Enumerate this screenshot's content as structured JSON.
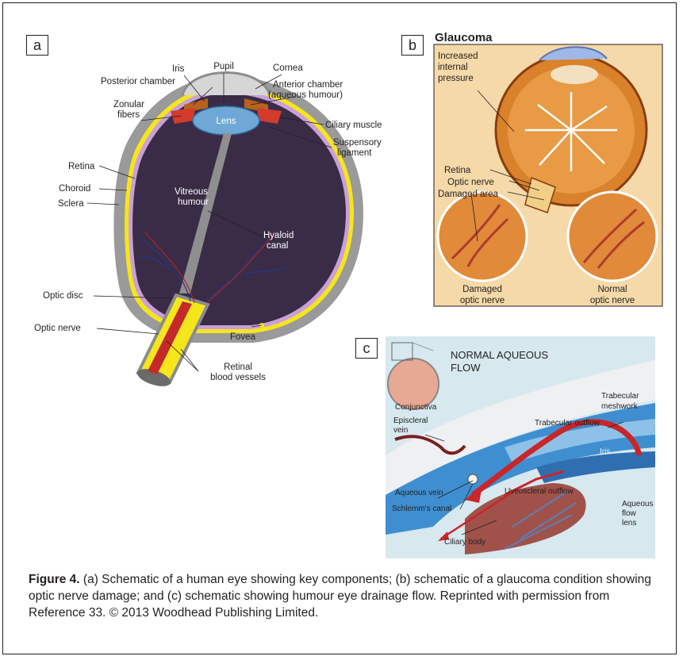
{
  "panel_a": {
    "tag": "a",
    "labels": {
      "pupil": "Pupil",
      "iris": "Iris",
      "cornea": "Cornea",
      "posterior_chamber": "Posterior chamber",
      "anterior_chamber_1": "Anterior chamber",
      "anterior_chamber_2": "(aqueous humour)",
      "zonular_1": "Zonular",
      "zonular_2": "fibers",
      "lens": "Lens",
      "ciliary_muscle": "Ciliary muscle",
      "suspensory_1": "Suspensory",
      "suspensory_2": "ligament",
      "retina": "Retina",
      "choroid": "Choroid",
      "sclera": "Sclera",
      "vitreous_1": "Vitreous",
      "vitreous_2": "humour",
      "hyaloid_1": "Hyaloid",
      "hyaloid_2": "canal",
      "optic_disc": "Optic disc",
      "optic_nerve": "Optic nerve",
      "fovea": "Fovea",
      "retinal_vessels_1": "Retinal",
      "retinal_vessels_2": "blood vessels"
    }
  },
  "panel_b": {
    "tag": "b",
    "title": "Glaucoma",
    "labels": {
      "pressure_1": "Increased",
      "pressure_2": "internal",
      "pressure_3": "pressure",
      "retina": "Retina",
      "optic_nerve": "Optic nerve",
      "damaged_area": "Damaged area",
      "damaged_nerve_1": "Damaged",
      "damaged_nerve_2": "optic nerve",
      "normal_nerve_1": "Normal",
      "normal_nerve_2": "optic nerve"
    }
  },
  "panel_c": {
    "tag": "c",
    "title_1": "NORMAL AQUEOUS",
    "title_2": "FLOW",
    "labels": {
      "trabecular_1": "Trabecular",
      "trabecular_2": "meshwork",
      "conjunctiva": "Conjunctiva",
      "episcleral_1": "Episcleral",
      "episcleral_2": "vein",
      "trabecular_outflow": "Trabecular outflow",
      "iris": "Iris",
      "aqueous_vein": "Aqueous vein",
      "uveoscleral_outflow": "Uveoscleral outflow",
      "schlemm": "Schlemm's canal",
      "aqueous_flow_1": "Aqueous",
      "aqueous_flow_2": "flow",
      "aqueous_flow_3": "lens",
      "ciliary_body": "Ciliary body"
    }
  },
  "caption": {
    "label": "Figure 4.",
    "text": "(a) Schematic of a human eye showing key components; (b) schematic of a glaucoma condition showing optic nerve damage; and (c) schematic showing humour eye drainage flow. Reprinted with permission from Reference 33. © 2013 Woodhead Publishing Limited."
  },
  "colors": {
    "vitreous": "#3a2c47",
    "sclera": "#8c8c8c",
    "retina_yellow": "#f5e61c",
    "lens_blue": "#6fa8d6",
    "iris_brown": "#b8621d",
    "glaucoma_orange": "#d9822b",
    "aqueous_blue": "#3f8fd0",
    "flow_red": "#c8262a"
  }
}
